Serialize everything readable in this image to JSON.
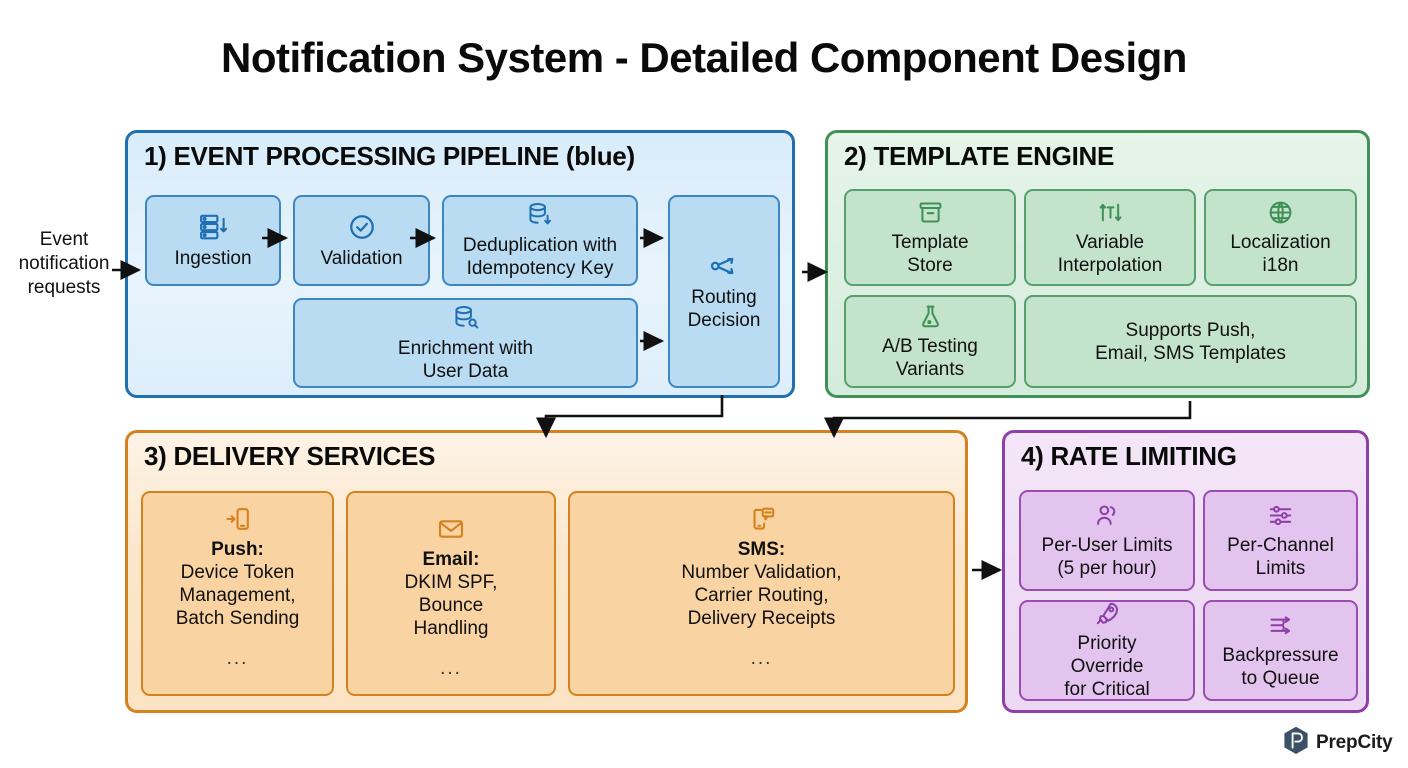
{
  "title": "Notification System - Detailed Component Design",
  "entry": {
    "label": "Event\nnotification\nrequests",
    "line1": "Event",
    "line2": "notification",
    "line3": "requests"
  },
  "groups": [
    {
      "id": "event-processing-pipeline",
      "title": "1) EVENT PROCESSING PIPELINE (blue)",
      "accent": "#1f6fb2",
      "nodes": [
        {
          "icon": "server-ingest-icon",
          "label": "Ingestion"
        },
        {
          "icon": "check-circle-icon",
          "label": "Validation"
        },
        {
          "icon": "database-down-icon",
          "label": "Deduplication with\nIdempotency Key",
          "line1": "Deduplication with",
          "line2": "Idempotency Key"
        },
        {
          "icon": "share-branch-icon",
          "label": "Routing\nDecision",
          "line1": "Routing",
          "line2": "Decision"
        },
        {
          "icon": "database-search-icon",
          "label": "Enrichment with\nUser Data",
          "line1": "Enrichment with",
          "line2": "User Data"
        }
      ]
    },
    {
      "id": "template-engine",
      "title": "2) TEMPLATE ENGINE",
      "accent": "#3f9158",
      "nodes": [
        {
          "icon": "archive-box-icon",
          "label": "Template\nStore",
          "line1": "Template",
          "line2": "Store"
        },
        {
          "icon": "text-replace-icon",
          "label": "Variable\nInterpolation",
          "line1": "Variable",
          "line2": "Interpolation"
        },
        {
          "icon": "globe-icon",
          "label": "Localization\ni18n",
          "line1": "Localization",
          "line2": "i18n"
        },
        {
          "icon": "flask-icon",
          "label": "A/B Testing\nVariants",
          "line1": "A/B Testing",
          "line2": "Variants"
        },
        {
          "icon": "none",
          "label": "Supports Push,\nEmail, SMS Templates",
          "line1": "Supports Push,",
          "line2": "Email, SMS Templates"
        }
      ]
    },
    {
      "id": "delivery-services",
      "title": "3) DELIVERY SERVICES",
      "accent": "#d3821f",
      "nodes": [
        {
          "icon": "push-phone-icon",
          "heading": "Push:",
          "line1": "Device Token",
          "line2": "Management,",
          "line3": "Batch Sending",
          "dots": "..."
        },
        {
          "icon": "envelope-icon",
          "heading": "Email:",
          "line1": "DKIM SPF,",
          "line2": "Bounce",
          "line3": "Handling",
          "dots": "..."
        },
        {
          "icon": "sms-chat-icon",
          "heading": "SMS:",
          "line1": "Number Validation,",
          "line2": "Carrier Routing,",
          "line3": "Delivery Receipts",
          "dots": "..."
        }
      ]
    },
    {
      "id": "rate-limiting",
      "title": "4) RATE LIMITING",
      "accent": "#8e3fa8",
      "nodes": [
        {
          "icon": "users-icon",
          "label": "Per-User Limits\n(5 per hour)",
          "line1": "Per-User Limits",
          "line2": "(5 per hour)"
        },
        {
          "icon": "sliders-icon",
          "label": "Per-Channel\nLimits",
          "line1": "Per-Channel",
          "line2": "Limits"
        },
        {
          "icon": "rocket-icon",
          "label": "Priority\nOverride\nfor Critical",
          "line1": "Priority",
          "line2": "Override",
          "line3": "for Critical"
        },
        {
          "icon": "shuffle-flow-icon",
          "label": "Backpressure\nto Queue",
          "line1": "Backpressure",
          "line2": "to Queue"
        }
      ]
    }
  ],
  "brand": {
    "name": "PrepCity",
    "mark_letter": "P",
    "mark_color": "#3c5068"
  },
  "colors": {
    "blue_accent": "#1f6fb2",
    "green_accent": "#3f9158",
    "orange_accent": "#d3821f",
    "purple_accent": "#8e3fa8",
    "connector": "#111111",
    "canvas": "#ffffff"
  }
}
